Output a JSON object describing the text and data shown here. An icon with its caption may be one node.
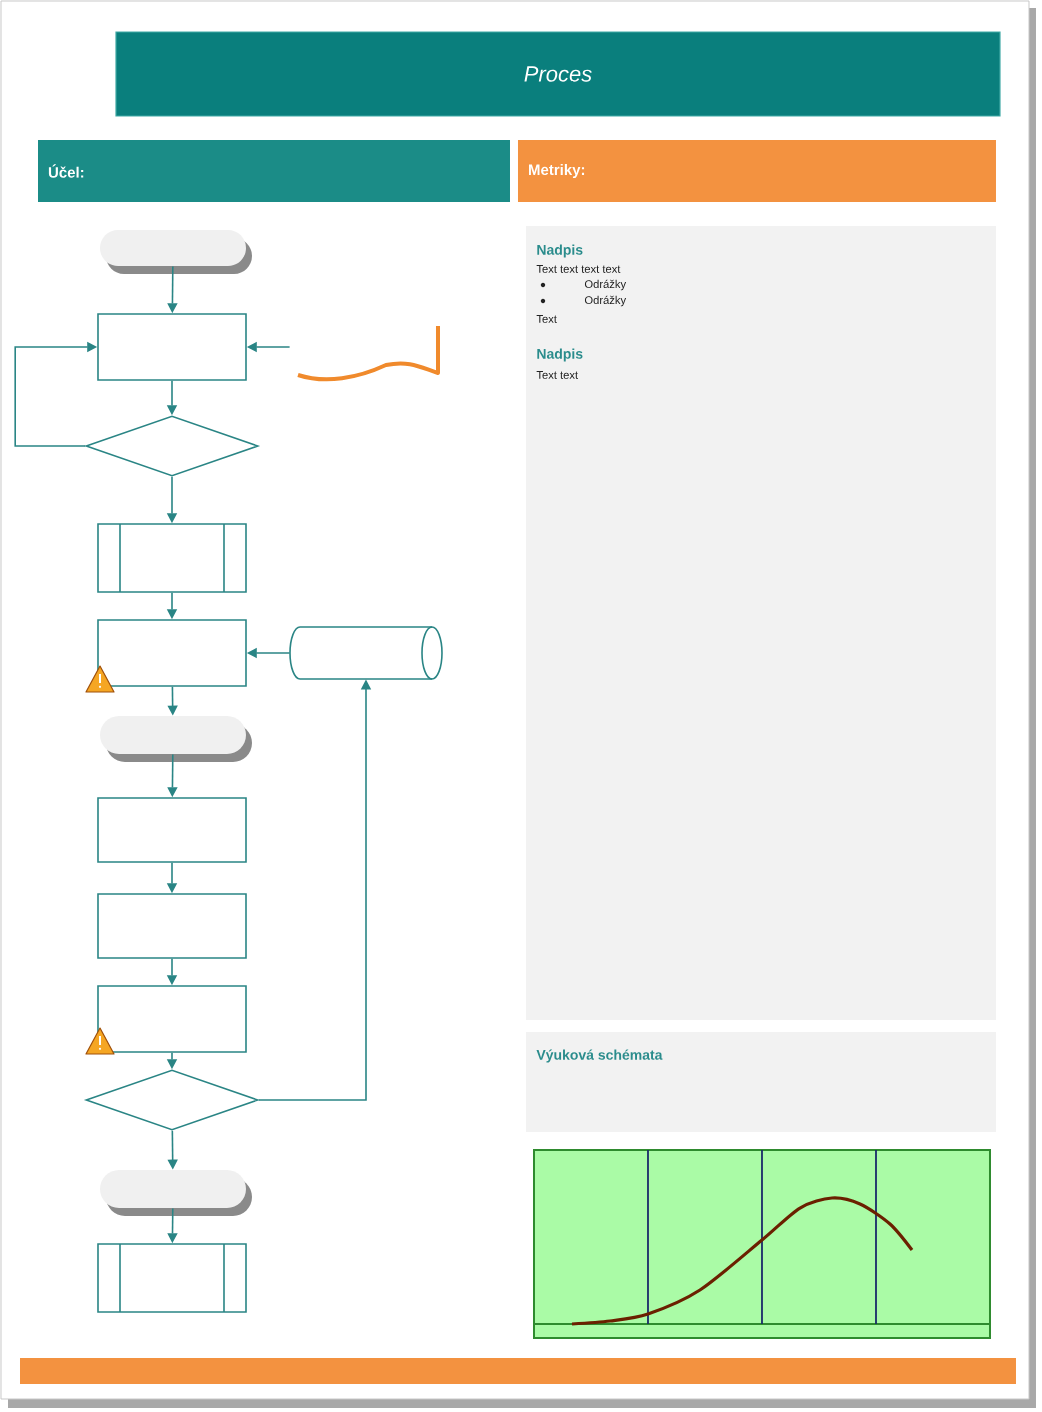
{
  "diagram": {
    "title": "Proces",
    "nodes": [
      {
        "text": [
          "Účel:"
        ]
      },
      {
        "text": [
          "Metriky:"
        ]
      },
      {
        "text": [
          "Nadpis",
          "Text text text text",
          "Odrážky",
          "Odrážky",
          "Text",
          "Nadpis",
          "Text text"
        ]
      },
      {
        "text": [
          "Výuková schémata"
        ]
      },
      {
        "text": [],
        "shape": "pill"
      },
      {
        "text": [],
        "shape": "box"
      },
      {
        "text": [],
        "shape": "document"
      },
      {
        "text": [],
        "shape": "diamond"
      },
      {
        "text": [],
        "shape": "subroutine"
      },
      {
        "text": [],
        "shape": "box"
      },
      {
        "text": [],
        "shape": "cylinder"
      },
      {
        "text": [],
        "shape": "pill"
      },
      {
        "text": [],
        "shape": "box"
      },
      {
        "text": [],
        "shape": "box"
      },
      {
        "text": [],
        "shape": "box"
      },
      {
        "text": [],
        "shape": "diamond"
      },
      {
        "text": [],
        "shape": "pill"
      },
      {
        "text": [],
        "shape": "subroutine"
      }
    ],
    "edges": [
      {
        "from": 4,
        "to": 5,
        "arrow": "to"
      },
      {
        "from": 6,
        "to": 5,
        "arrow": "to"
      },
      {
        "from": 5,
        "to": 7,
        "arrow": "to"
      },
      {
        "from": 7,
        "to": 5,
        "arrow": "to"
      },
      {
        "from": 7,
        "to": 8,
        "arrow": "to"
      },
      {
        "from": 8,
        "to": 9,
        "arrow": "to"
      },
      {
        "from": 10,
        "to": 9,
        "arrow": "to"
      },
      {
        "from": 9,
        "to": 11,
        "arrow": "to"
      },
      {
        "from": 11,
        "to": 12,
        "arrow": "to"
      },
      {
        "from": 12,
        "to": 13,
        "arrow": "to"
      },
      {
        "from": 13,
        "to": 14,
        "arrow": "to"
      },
      {
        "from": 14,
        "to": 15,
        "arrow": "to"
      },
      {
        "from": 15,
        "to": 10,
        "arrow": "to"
      },
      {
        "from": 15,
        "to": 16,
        "arrow": "to"
      },
      {
        "from": 16,
        "to": 17,
        "arrow": "to"
      }
    ]
  }
}
